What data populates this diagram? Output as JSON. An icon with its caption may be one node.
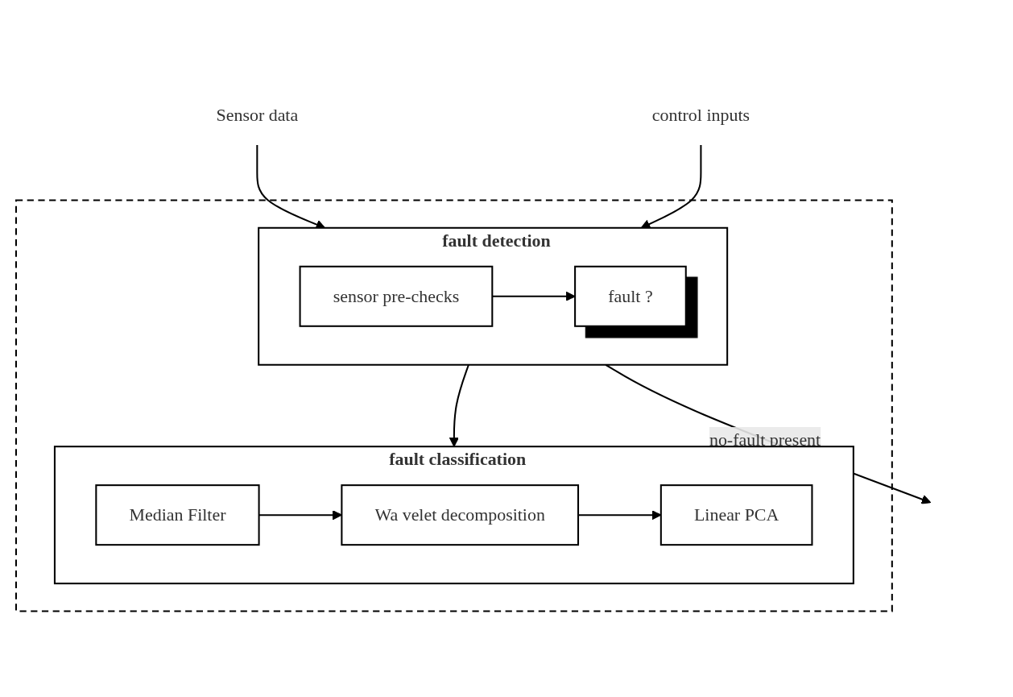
{
  "diagram": {
    "nodes": [
      {
        "text": [],
        "shape": "box"
      },
      {
        "text": [
          "fault detection"
        ],
        "in": 0
      },
      {
        "text": [
          "sensor pre-checks"
        ],
        "in": 1
      },
      {
        "text": [
          "fault ?"
        ],
        "in": 1
      },
      {
        "text": [
          "fault classification"
        ],
        "in": 0
      },
      {
        "text": [
          "Median Filter"
        ],
        "in": 4
      },
      {
        "text": [
          "Wa velet decomposition"
        ],
        "in": 4
      },
      {
        "text": [
          "Linear PCA"
        ],
        "in": 4
      },
      {
        "text": [
          "Sensor data"
        ]
      },
      {
        "text": [
          "control inputs"
        ]
      }
    ],
    "edges": [
      {
        "from": 8,
        "to": 1,
        "arrow": "to"
      },
      {
        "from": 9,
        "to": 1,
        "arrow": "to"
      },
      {
        "from": 2,
        "to": 3,
        "arrow": "to"
      },
      {
        "from": 1,
        "to": null,
        "label": "no-fault present",
        "arrow": "to"
      },
      {
        "from": 1,
        "to": 4,
        "arrow": "to"
      },
      {
        "from": 5,
        "to": 6,
        "arrow": "to"
      },
      {
        "from": 6,
        "to": 7,
        "arrow": "to"
      }
    ]
  }
}
